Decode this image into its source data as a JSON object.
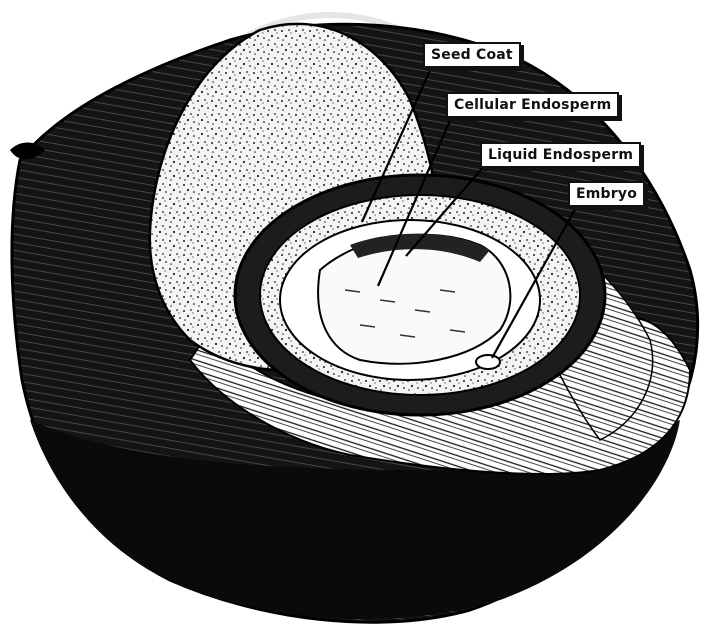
{
  "diagram": {
    "labels": {
      "seed_coat": "Seed Coat",
      "cellular_endosperm": "Cellular Endosperm",
      "liquid_endosperm": "Liquid Endosperm",
      "embryo": "Embryo"
    },
    "colors": {
      "ink": "#111111",
      "paper": "#ffffff",
      "stipple_fill": "#f2f2f2"
    }
  }
}
